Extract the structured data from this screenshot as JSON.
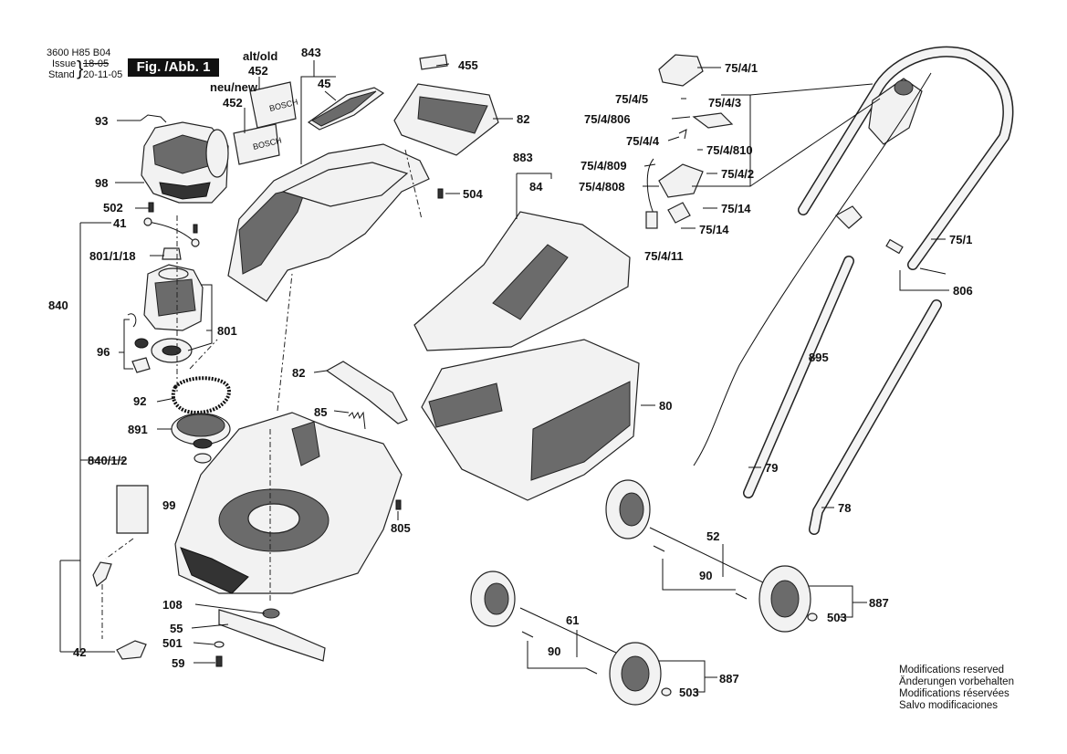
{
  "header": {
    "model": "3600 H85 B04",
    "issue_label": "Issue",
    "issue_old": "18-05",
    "stand_label": "Stand",
    "stand_date": "20-11-05",
    "figure_label": "Fig. /Abb. 1"
  },
  "callouts": {
    "alt_old": "alt/old",
    "neu_new": "neu/new",
    "p452a": "452",
    "p452b": "452",
    "p843": "843",
    "p45": "45",
    "p455": "455",
    "p82a": "82",
    "p93": "93",
    "p98": "98",
    "p502": "502",
    "p41": "41",
    "p504": "504",
    "p801_1_18": "801/1/18",
    "p840": "840",
    "p801": "801",
    "p96": "96",
    "p82b": "82",
    "p85": "85",
    "p92": "92",
    "p891": "891",
    "p840_1_2": "840/1/2",
    "p99": "99",
    "p805": "805",
    "p108": "108",
    "p55": "55",
    "p501": "501",
    "p42": "42",
    "p59": "59",
    "p883": "883",
    "p84": "84",
    "p80": "80",
    "p79": "79",
    "p78": "78",
    "p52": "52",
    "p90a": "90",
    "p887a": "887",
    "p503a": "503",
    "p61": "61",
    "p90b": "90",
    "p887b": "887",
    "p503b": "503",
    "p895": "895",
    "p806": "806",
    "p75_1": "75/1",
    "p75_4_1": "75/4/1",
    "p75_4_5": "75/4/5",
    "p75_4_3": "75/4/3",
    "p75_4_806": "75/4/806",
    "p75_4_4": "75/4/4",
    "p75_4_810": "75/4/810",
    "p75_4_809": "75/4/809",
    "p75_4_2": "75/4/2",
    "p75_4_808": "75/4/808",
    "p75_14a": "75/14",
    "p75_14b": "75/14",
    "p75_4_11": "75/4/11"
  },
  "decal_text": {
    "bosch_old": "BOSCH",
    "bosch_new": "BOSCH"
  },
  "notes": [
    "Modifications reserved",
    "Änderungen vorbehalten",
    "Modifications réservées",
    "Salvo modificaciones"
  ]
}
